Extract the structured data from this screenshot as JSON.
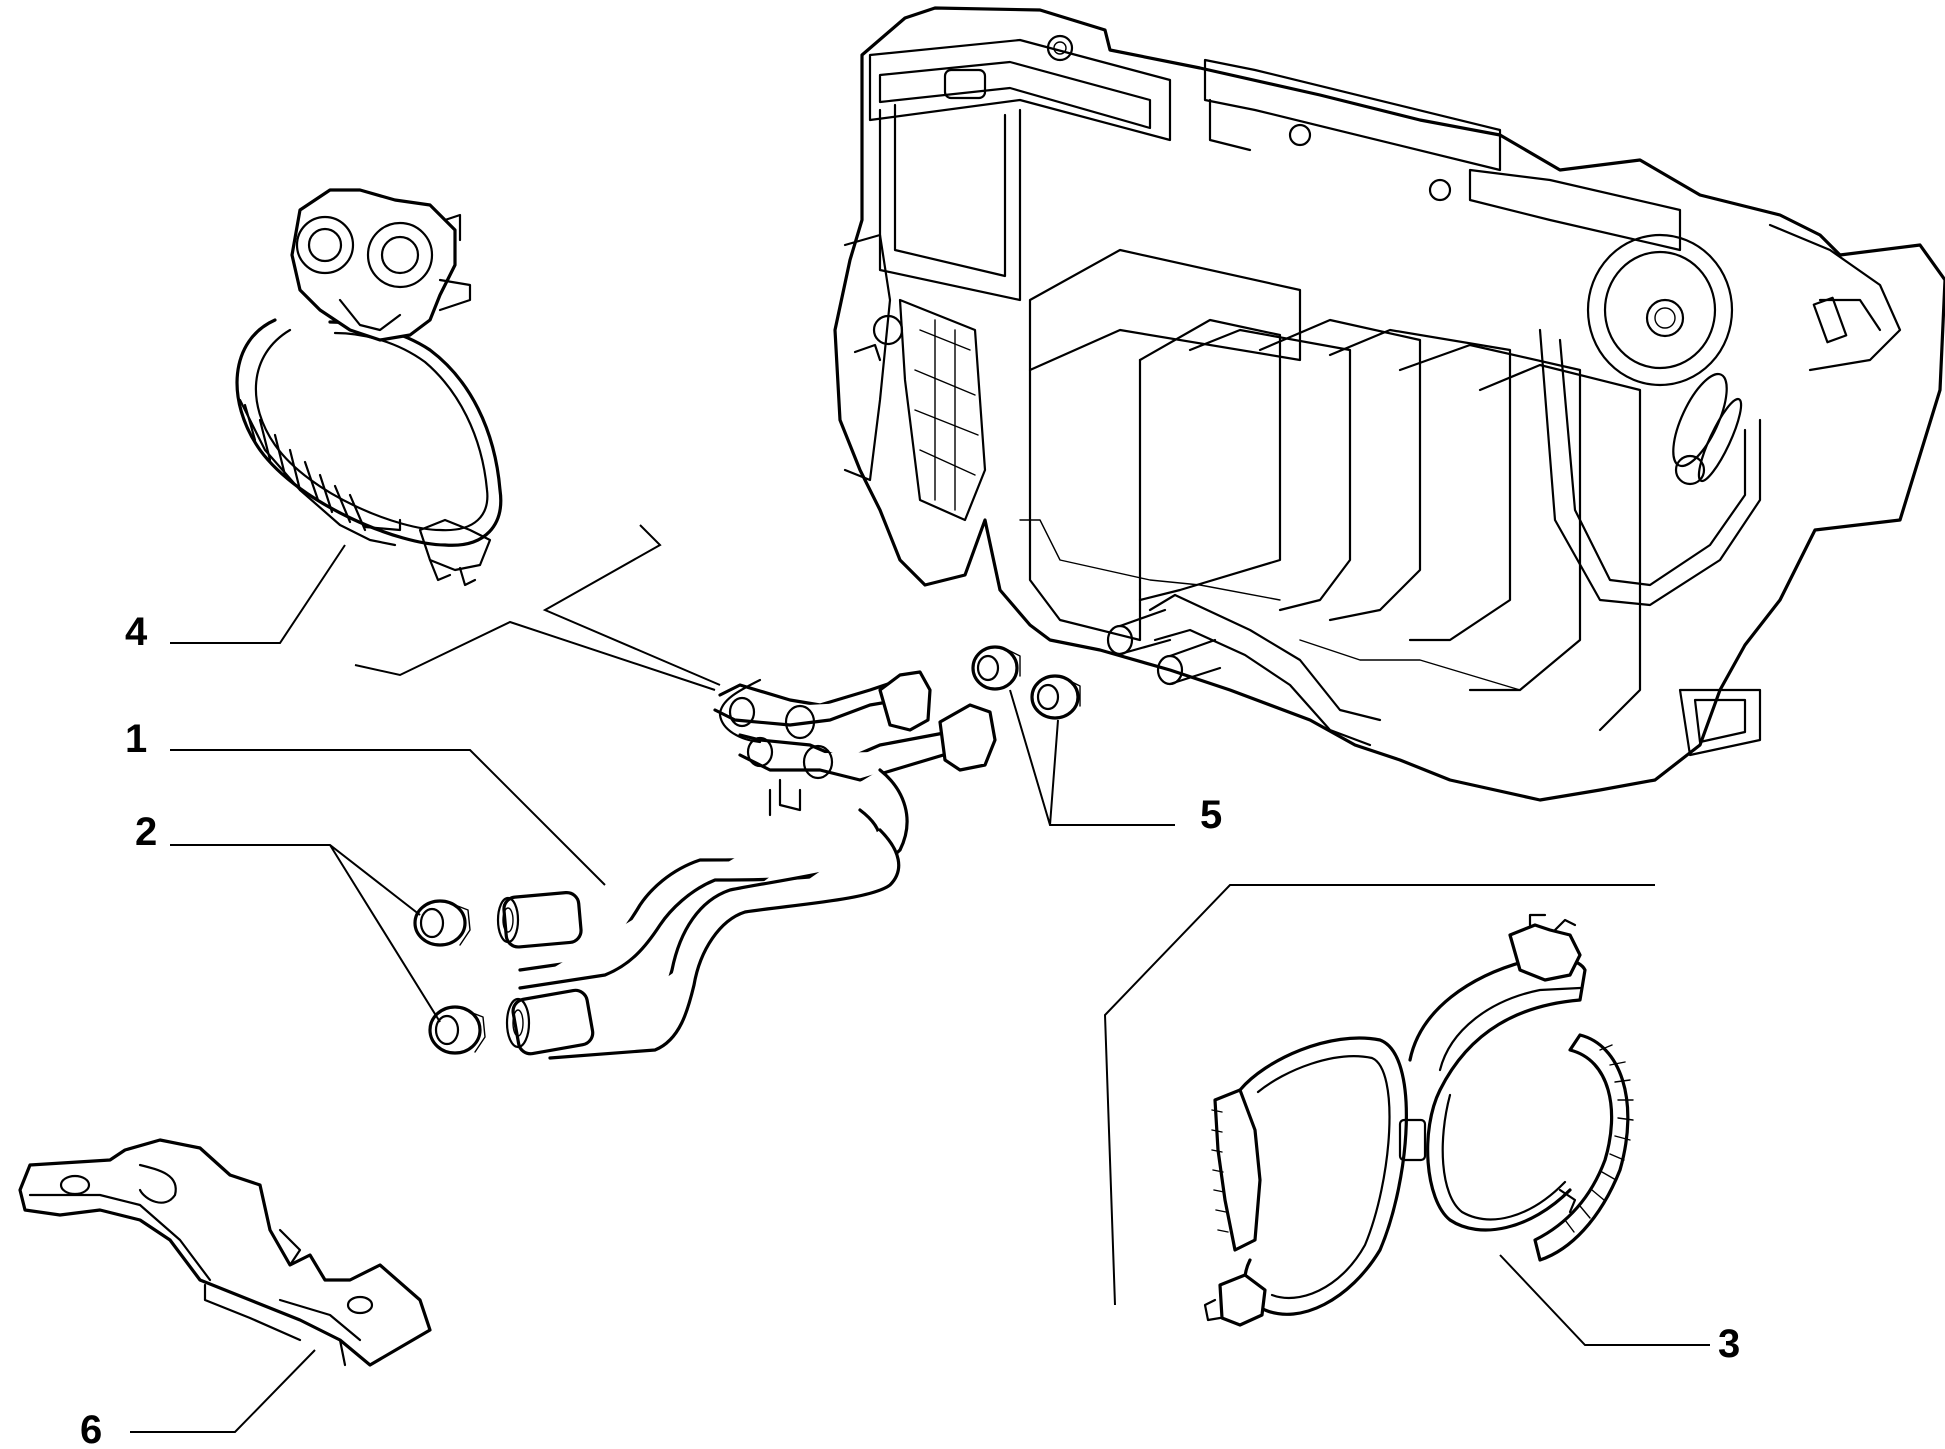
{
  "diagram": {
    "callouts": [
      {
        "id": "1",
        "label": "1"
      },
      {
        "id": "2",
        "label": "2"
      },
      {
        "id": "3",
        "label": "3"
      },
      {
        "id": "4",
        "label": "4"
      },
      {
        "id": "5",
        "label": "5"
      },
      {
        "id": "6",
        "label": "6"
      }
    ],
    "parts": [
      {
        "id": "heater-housing",
        "icon": "hvac-heater-housing-icon"
      },
      {
        "id": "coolant-pipes",
        "icon": "coolant-pipe-assembly-icon"
      },
      {
        "id": "hose-clamps-lower",
        "icon": "hose-clamp-icon"
      },
      {
        "id": "strap-clamp-double",
        "icon": "strap-clamp-icon"
      },
      {
        "id": "strap-clamp-single",
        "icon": "strap-clamp-icon"
      },
      {
        "id": "hose-clamps-upper",
        "icon": "hose-clamp-icon"
      },
      {
        "id": "mounting-bracket",
        "icon": "bracket-icon"
      }
    ]
  }
}
